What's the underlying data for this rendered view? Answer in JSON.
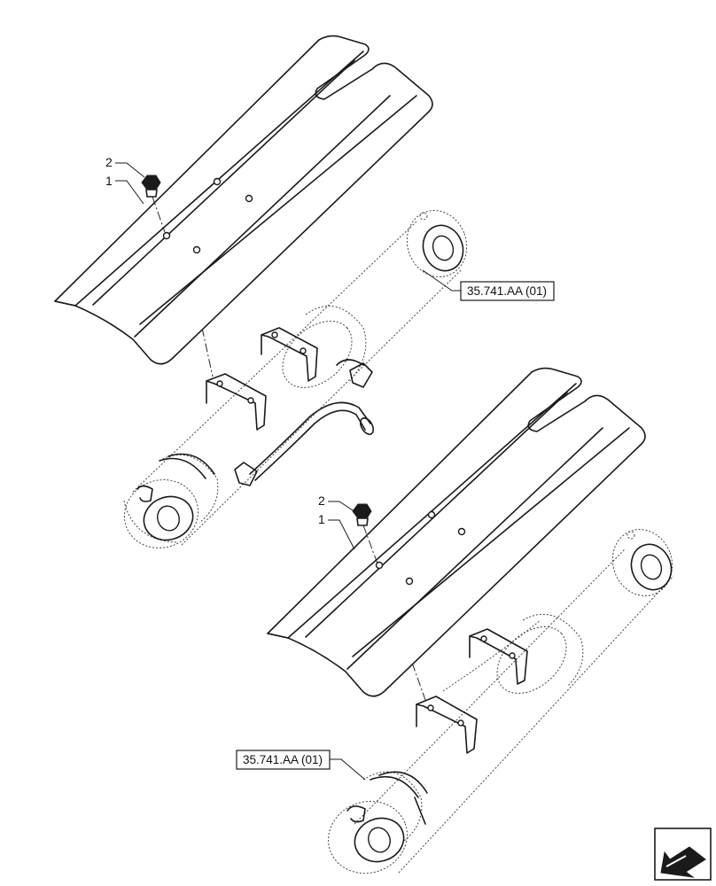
{
  "callouts": {
    "upper_item_1": "1",
    "upper_item_2": "2",
    "lower_item_1": "1",
    "lower_item_2": "2"
  },
  "references": {
    "upper_ref": "35.741.AA (01)",
    "lower_ref": "35.741.AA (01)"
  },
  "icons": {
    "navigation": "previous-page-arrow-icon"
  }
}
